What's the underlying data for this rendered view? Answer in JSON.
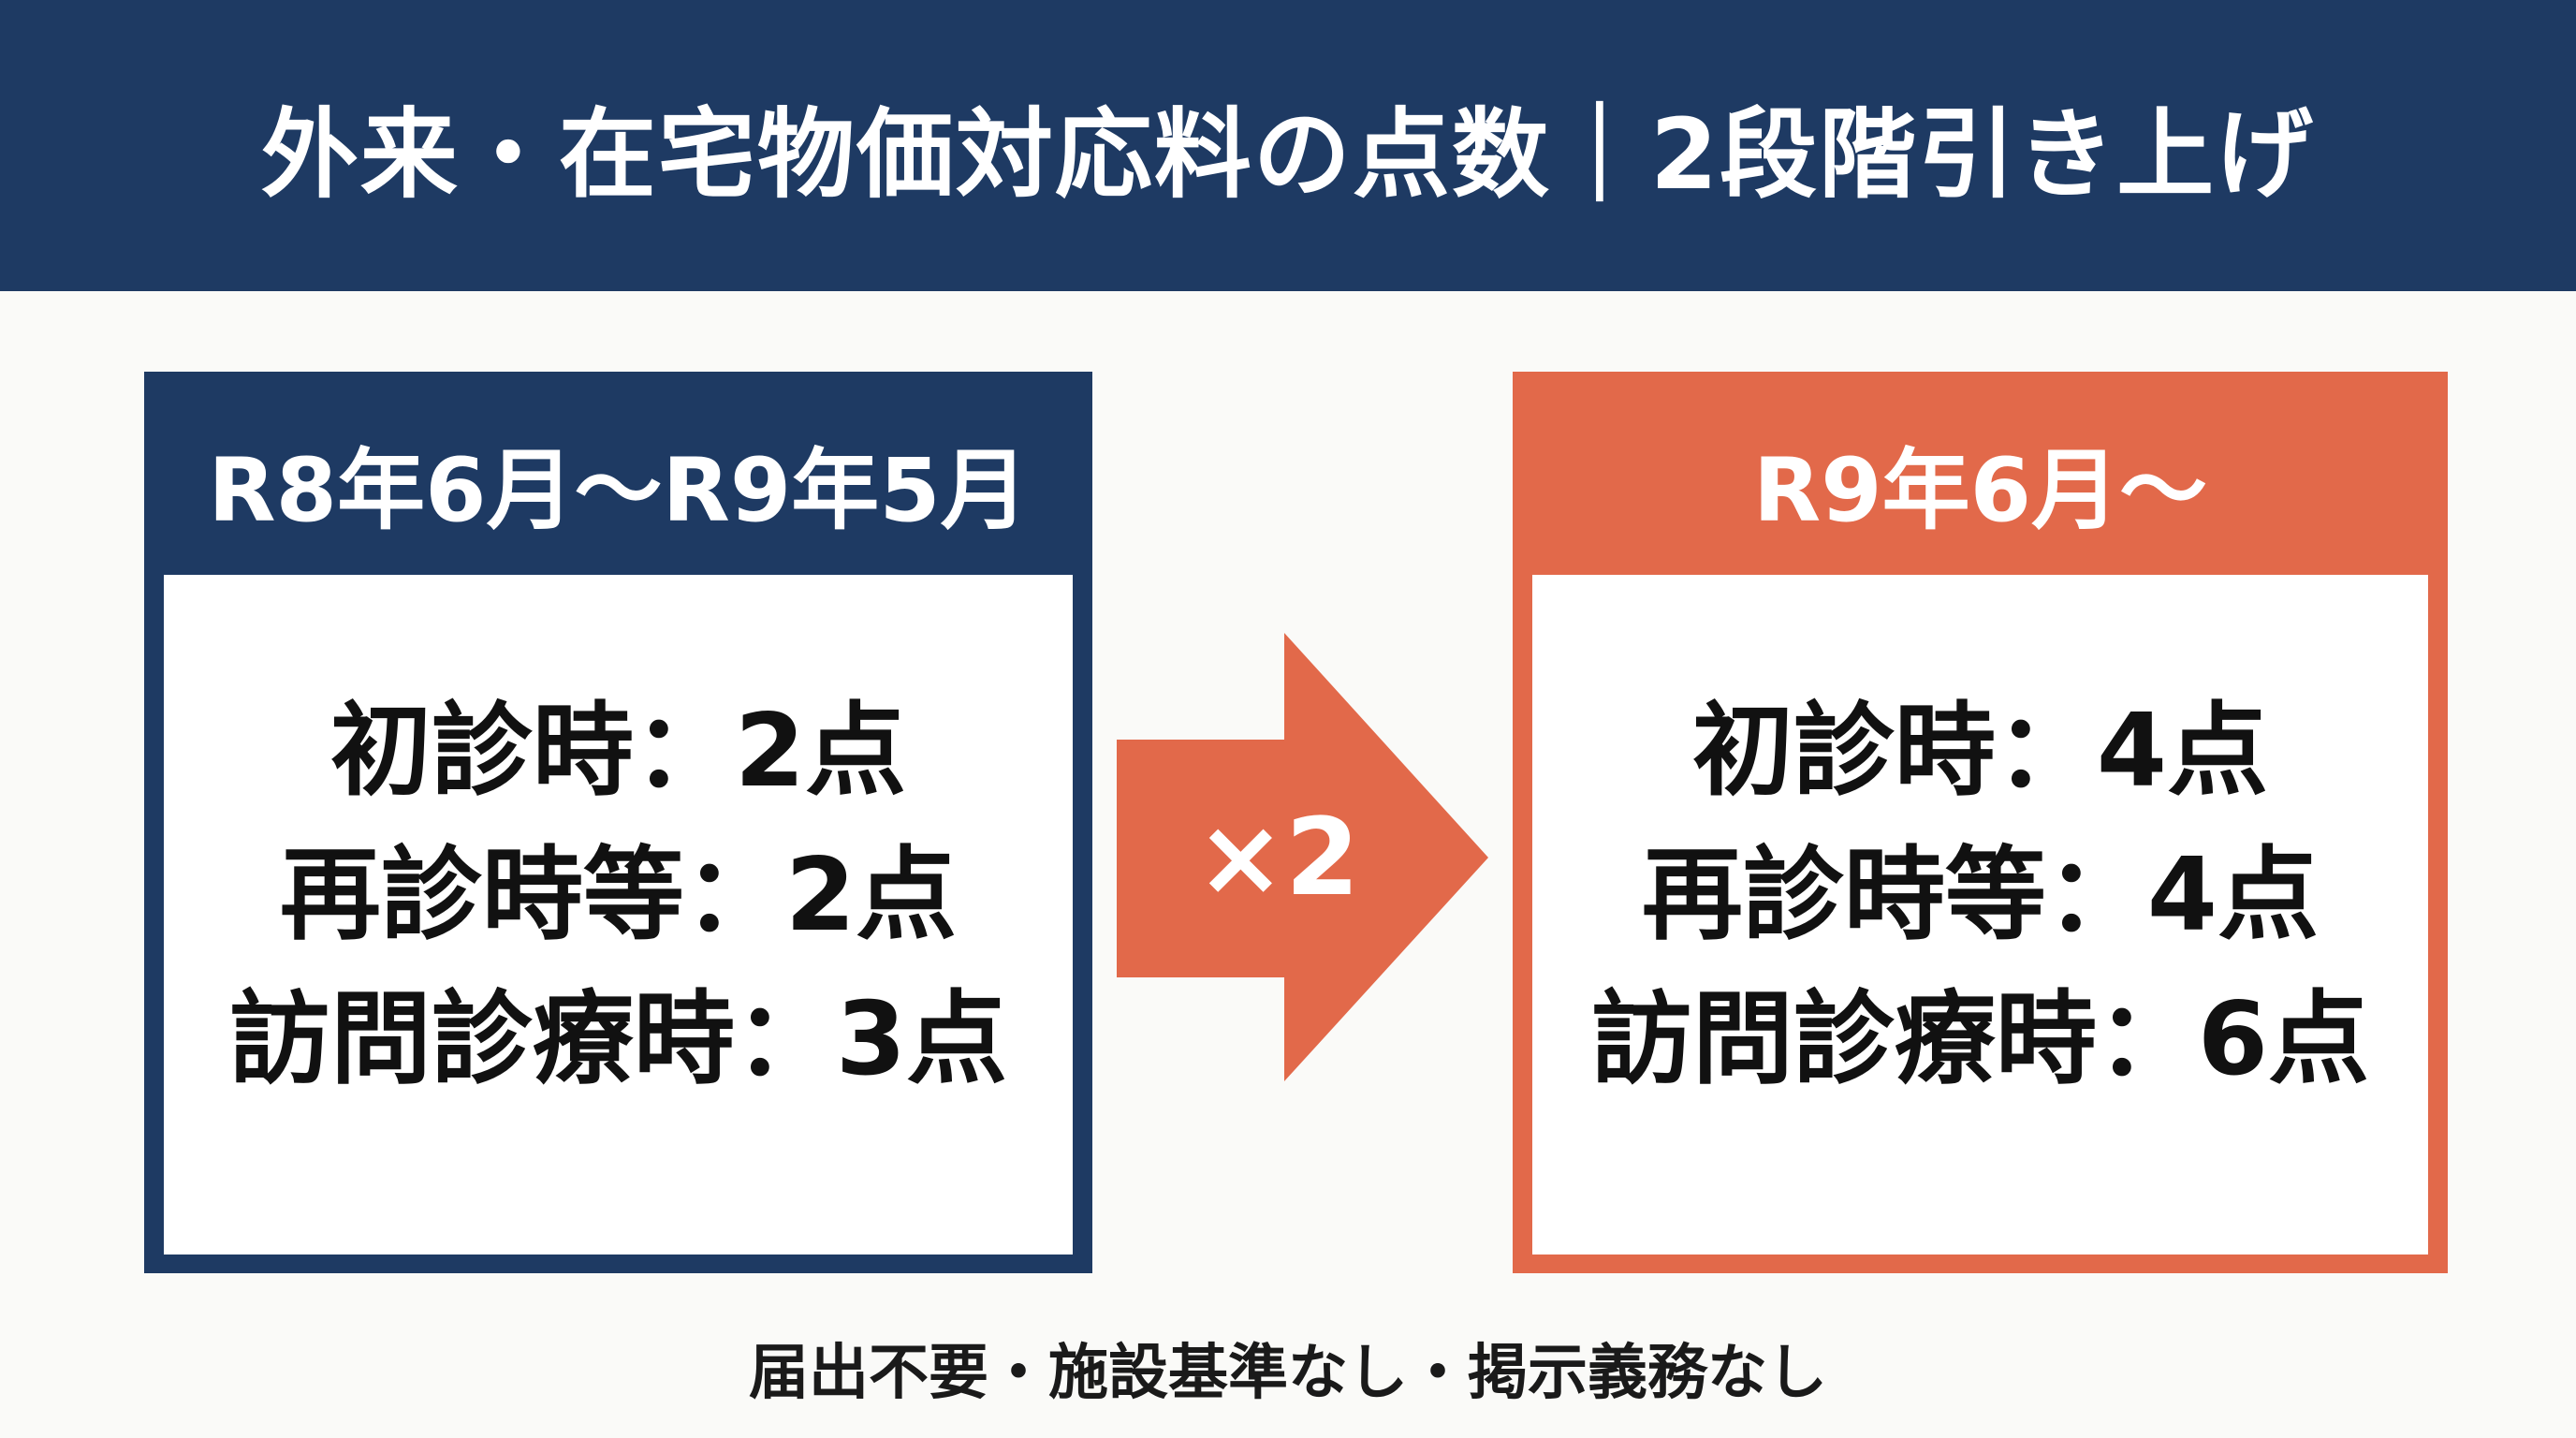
{
  "header": {
    "title": "外来・在宅物価対応料の点数｜2段階引き上げ"
  },
  "colors": {
    "navy": "#1e3a63",
    "orange": "#e2694a",
    "background": "#fafaf8"
  },
  "before": {
    "period": "R8年6月〜R9年5月",
    "items": [
      "初診時：2点",
      "再診時等：2点",
      "訪問診療時：3点"
    ]
  },
  "arrow": {
    "label": "×2",
    "icon": "right-arrow-icon"
  },
  "after": {
    "period": "R9年6月〜",
    "items": [
      "初診時：4点",
      "再診時等：4点",
      "訪問診療時：6点"
    ]
  },
  "footer": {
    "note": "届出不要・施設基準なし・掲示義務なし"
  }
}
